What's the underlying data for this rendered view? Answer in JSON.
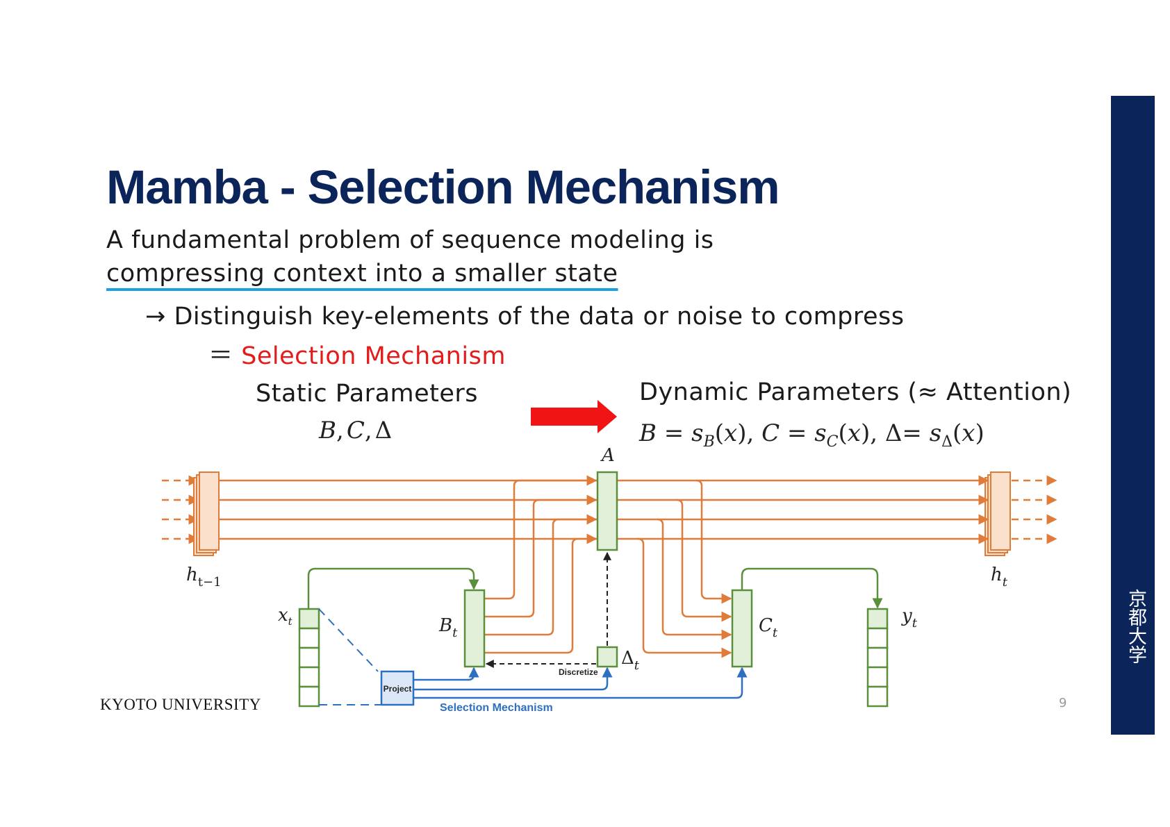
{
  "slide": {
    "title": "Mamba - Selection Mechanism",
    "intro_line1": "A fundamental problem of sequence modeling is",
    "intro_line2": "compressing context into a smaller state",
    "arrow_glyph": "→",
    "arrow_text": "Distinguish key-elements of the data or noise to compress",
    "equals_glyph": "＝",
    "selection_text": "Selection Mechanism",
    "static_label": "Static Parameters",
    "static_math": "B, C, Δ",
    "dynamic_label": "Dynamic Parameters  (≈ Attention)",
    "dynamic_math": "B = s_B(x), C = s_C(x), Δ= s_Δ(x)",
    "footer": "KYOTO UNIVERSITY",
    "page_number": "9",
    "side_text": "京都大学"
  },
  "diagram": {
    "label_A": "A",
    "label_h_prev": "h_{t−1}",
    "label_h_t": "h_t",
    "label_x_t": "x_t",
    "label_B_t": "B_t",
    "label_C_t": "C_t",
    "label_y_t": "y_t",
    "label_delta_t": "Δ_t",
    "project_label": "Project",
    "discretize_label": "Discretize",
    "selection_label": "Selection Mechanism"
  },
  "colors": {
    "title_navy": "#0b2459",
    "highlight_red": "#e31b1b",
    "underline_blue": "#1ba1e2",
    "state_orange": "#e07b39",
    "param_green": "#5a8f3c",
    "selection_blue": "#2f6fc0"
  }
}
